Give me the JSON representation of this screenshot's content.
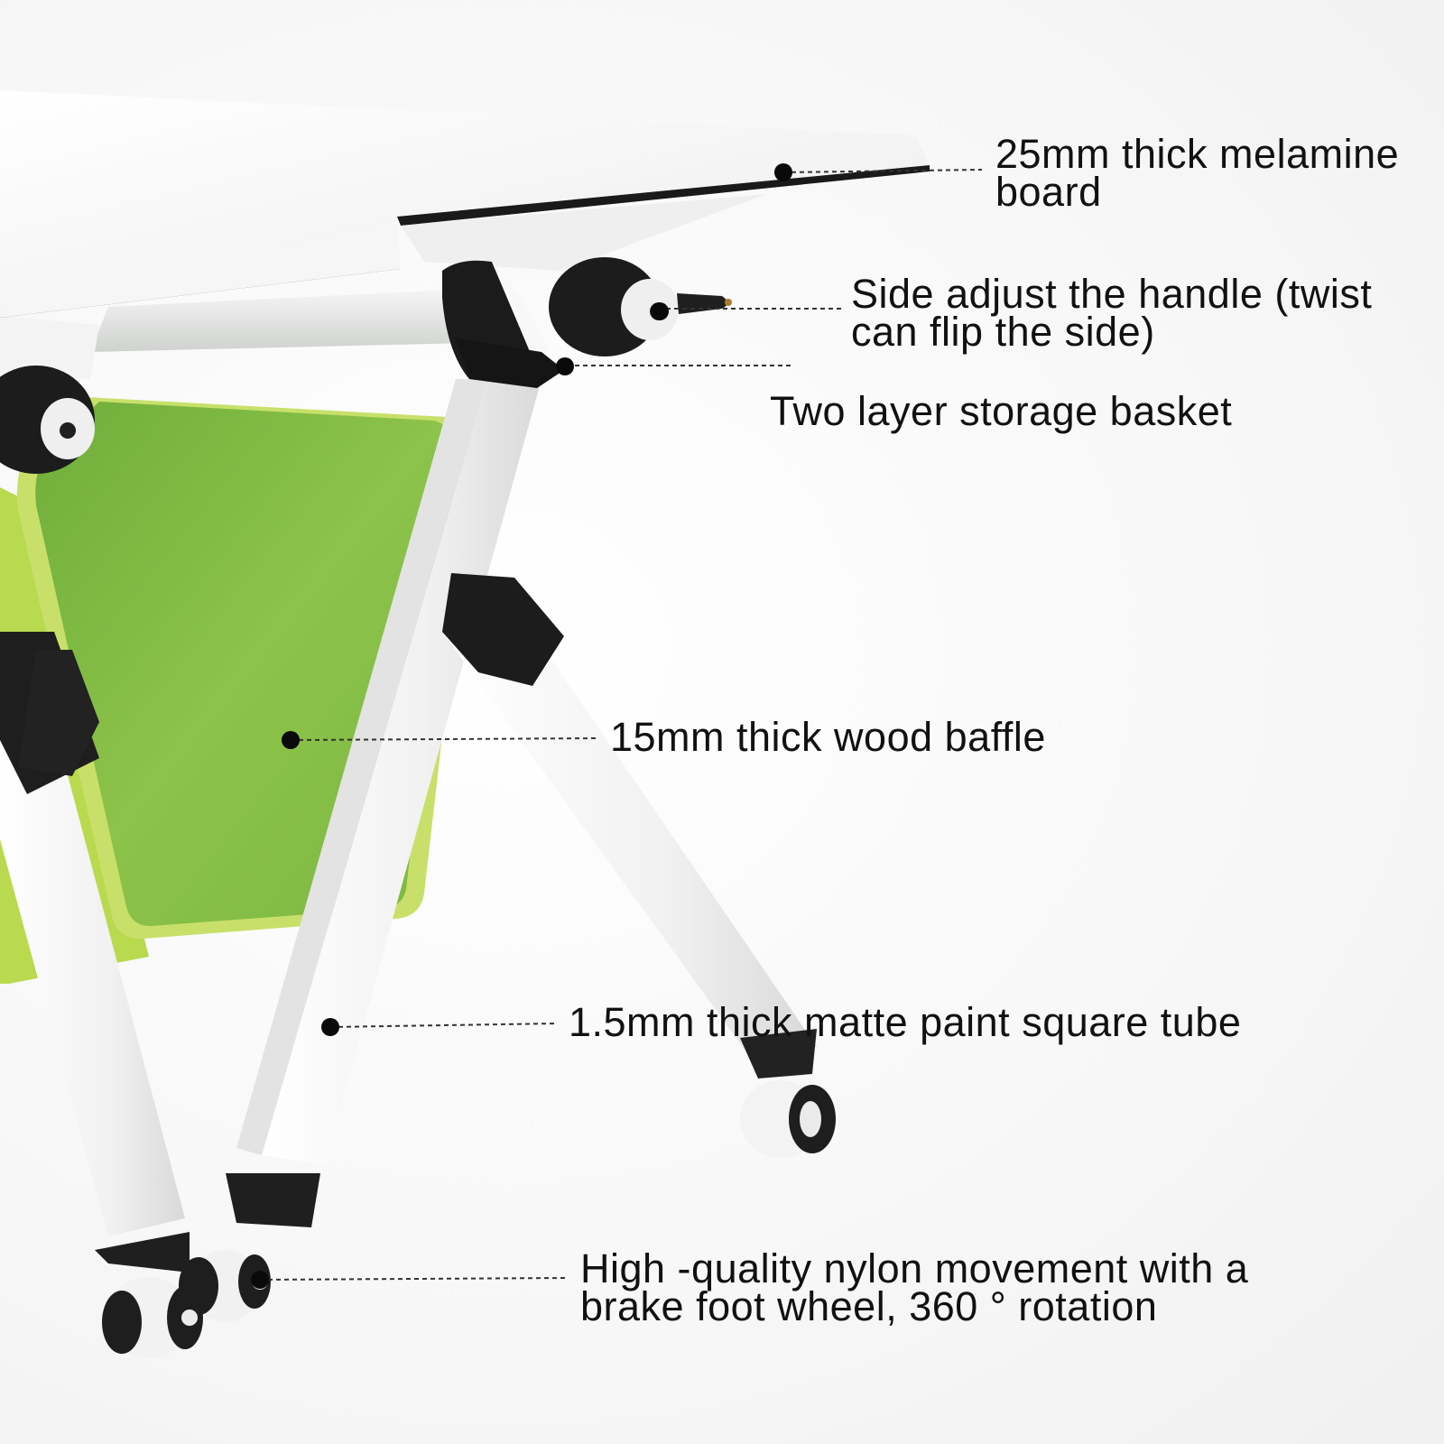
{
  "callouts": {
    "melamine_board": {
      "lines": [
        "25mm thick melamine",
        "board"
      ]
    },
    "side_handle": {
      "lines": [
        "Side adjust the handle (twist",
        "can flip the side)"
      ]
    },
    "storage_basket": {
      "lines": [
        "Two layer storage basket"
      ]
    },
    "wood_baffle": {
      "lines": [
        "15mm thick wood baffle"
      ]
    },
    "square_tube": {
      "lines": [
        "1.5mm thick matte paint square tube"
      ]
    },
    "foot_wheel": {
      "lines": [
        "High -quality nylon movement with a",
        "brake foot wheel, 360 ° rotation"
      ]
    }
  },
  "colors": {
    "tabletop": "#ffffff",
    "tabletop_edge": "#1a1a1a",
    "frame_white": "#f2f2f2",
    "joint_black": "#1c1c1c",
    "baffle_green": "#8cc34a",
    "baffle_edge": "#c8e06a",
    "leader_line": "#333333"
  }
}
